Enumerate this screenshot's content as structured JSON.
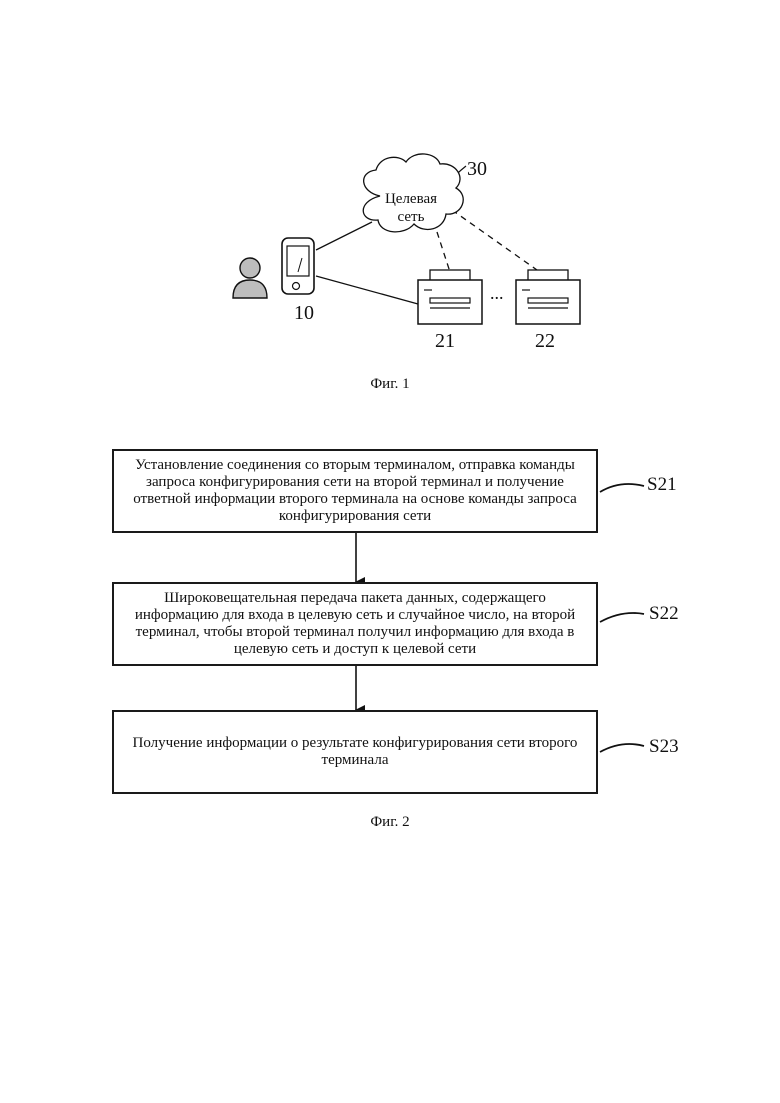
{
  "figure1": {
    "cloud_text": "Целевая сеть",
    "cloud_label": "30",
    "phone_label": "10",
    "printer1_label": "21",
    "printer2_label": "22",
    "ellipsis": "...",
    "caption": "Фиг. 1"
  },
  "figure2": {
    "steps": [
      {
        "text": "Установление соединения со вторым терминалом, отправка команды запроса конфигурирования сети на второй терминал и получение ответной информации второго терминала на основе команды запроса конфигурирования сети",
        "label": "S21"
      },
      {
        "text": "Широковещательная передача пакета данных, содержащего информацию для входа в целевую сеть и случайное число, на второй терминал, чтобы второй терминал получил информацию для входа в целевую сеть и доступ к целевой сети",
        "label": "S22"
      },
      {
        "text": "Получение информации о результате конфигурирования сети второго терминала",
        "label": "S23"
      }
    ],
    "caption": "Фиг. 2"
  }
}
